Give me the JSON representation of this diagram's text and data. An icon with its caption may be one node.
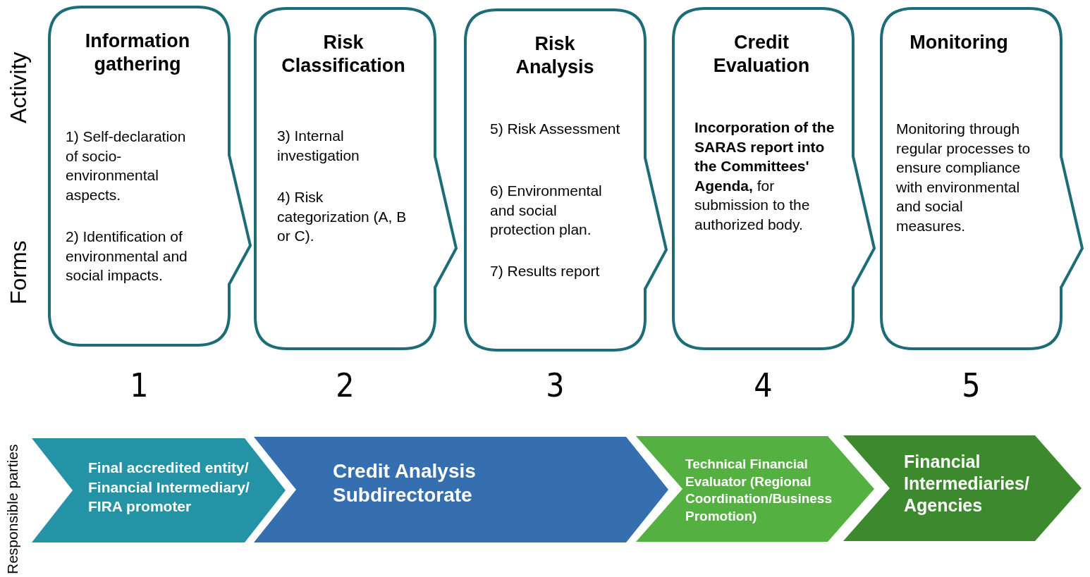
{
  "diagram": {
    "nodes": [
      {
        "text": [
          "Information gathering",
          "1) Self-declaration of socio-environmental aspects.",
          "2) Identification of environmental and social impacts."
        ],
        "beside": [
          "1"
        ]
      },
      {
        "text": [
          "Risk Classification",
          "3) Internal investigation",
          "4) Risk categorization (A, B or C)."
        ],
        "beside": [
          "2"
        ]
      },
      {
        "text": [
          "Risk Analysis",
          "5) Risk Assessment",
          "6) Environmental and social protection plan.",
          "7) Results report"
        ],
        "beside": [
          "3"
        ]
      },
      {
        "text": [
          "Credit Evaluation",
          "**Incorporation of the SARAS report into the Committees' Agenda,** for submission to the authorized body."
        ],
        "beside": [
          "4"
        ]
      },
      {
        "text": [
          "Monitoring",
          "Monitoring through regular processes to ensure compliance with environmental and social measures."
        ],
        "beside": [
          "5"
        ]
      },
      {
        "text": [
          "Final accredited entity/ Financial Intermediary/ FIRA promoter"
        ]
      },
      {
        "text": [
          "Credit Analysis Subdirectorate"
        ]
      },
      {
        "text": [
          "Technical Financial Evaluator (Regional Coordination/Business Promotion)"
        ]
      },
      {
        "text": [
          "Financial Intermediaries/ Agencies"
        ]
      }
    ],
    "labels": [
      "Activity",
      "Forms",
      "Responsible parties"
    ]
  }
}
